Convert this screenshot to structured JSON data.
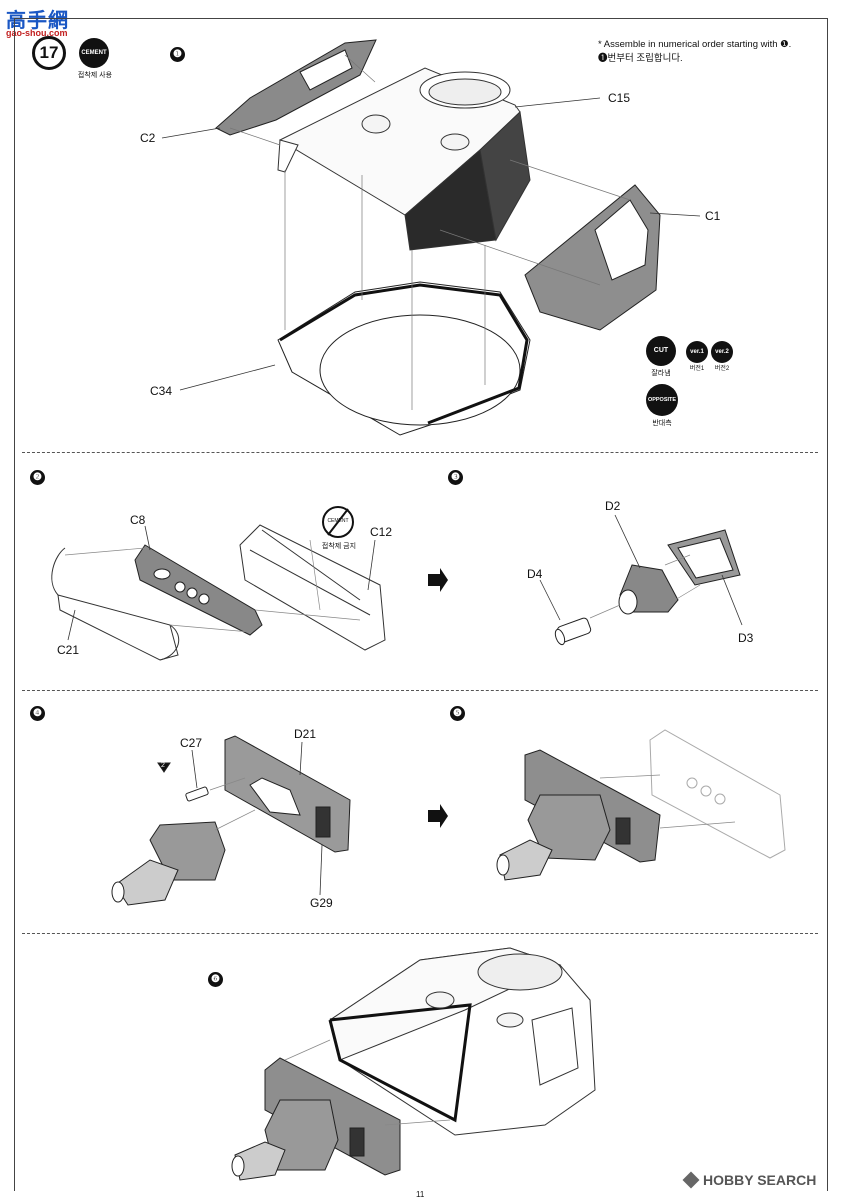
{
  "watermark": {
    "top": "高手網",
    "bottom": "gao-shou.com"
  },
  "page": {
    "step_number": "17",
    "page_number": "11"
  },
  "cement": {
    "label": "CEMENT",
    "caption": "접착제 사용",
    "no_label": "CEMENT",
    "no_caption": "접착제 금지"
  },
  "note": {
    "line1": "* Assemble in numerical order starting with ❶.",
    "line2": "❶번부터 조립합니다."
  },
  "symbols": {
    "cut": "CUT",
    "cut_caption": "잘라냄",
    "ver1": "ver.1",
    "ver1_caption": "버전1",
    "ver2": "ver.2",
    "ver2_caption": "버전2",
    "opposite": "OPPOSITE",
    "opposite_caption": "반대측"
  },
  "steps": {
    "s1": "❶",
    "s2": "❷",
    "s3": "❸",
    "s4": "❹",
    "s5": "❺",
    "s6": "❻"
  },
  "parts": {
    "c2": "C2",
    "c15": "C15",
    "c1": "C1",
    "c34": "C34",
    "c8": "C8",
    "c12": "C12",
    "c21": "C21",
    "d2": "D2",
    "d4": "D4",
    "d3": "D3",
    "c27": "C27",
    "d21": "D21",
    "g29": "G29",
    "c27_mark": "2"
  },
  "footer": {
    "brand": "HOBBY SEARCH"
  }
}
